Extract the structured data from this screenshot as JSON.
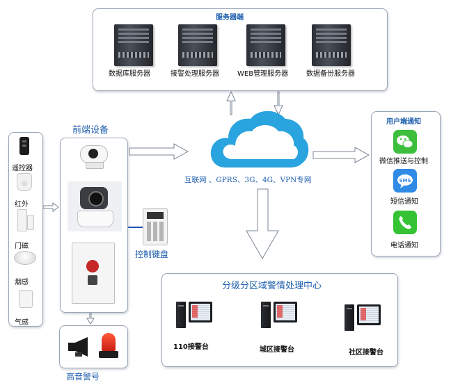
{
  "server_section": {
    "title": "服务器端",
    "servers": [
      {
        "label": "数据库服务器"
      },
      {
        "label": "接警处理服务器"
      },
      {
        "label": "WEB管理服务器"
      },
      {
        "label": "数据备份服务器"
      }
    ]
  },
  "cloud": {
    "label": "互联网 、GPRS、3G、4G、VPN专网"
  },
  "user_notify": {
    "title": "用户端通知",
    "items": [
      {
        "label": "微信推送与控制",
        "icon": "wechat-icon",
        "color": "#3dbf3d"
      },
      {
        "label": "短信通知",
        "icon": "sms-icon",
        "color": "#2f8be6"
      },
      {
        "label": "电话通知",
        "icon": "phone-icon",
        "color": "#35c335"
      }
    ]
  },
  "front_end": {
    "title": "前端设备"
  },
  "sensors": [
    {
      "label": "遥控器"
    },
    {
      "label": "红外"
    },
    {
      "label": "门磁"
    },
    {
      "label": "烟感"
    },
    {
      "label": "气感"
    }
  ],
  "keypad": {
    "label": "控制键盘"
  },
  "siren": {
    "label": "高音警号"
  },
  "center": {
    "title": "分级分区域警情处理中心",
    "stations": [
      {
        "label": "110接警台"
      },
      {
        "label": "城区接警台"
      },
      {
        "label": "社区接警台"
      }
    ]
  },
  "colors": {
    "arrow_fill": "#ffffff",
    "arrow_stroke": "#7b8796",
    "cloud": "#2aa4de",
    "title_blue": "#1f5fae"
  }
}
